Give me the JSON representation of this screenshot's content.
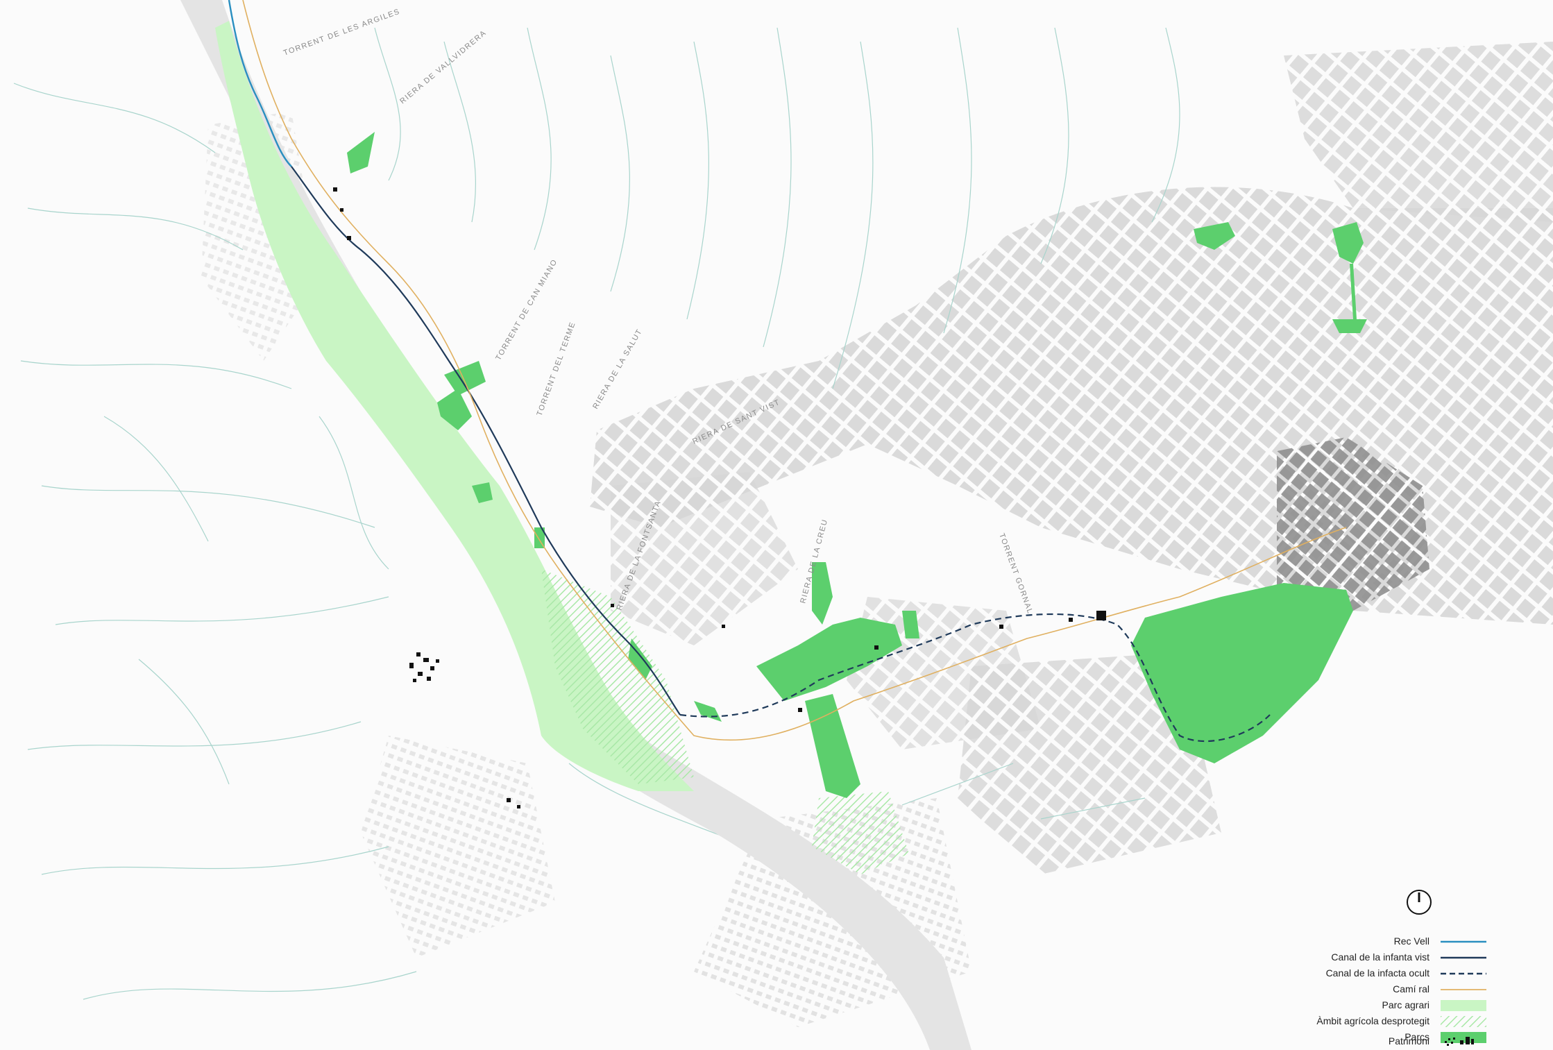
{
  "map": {
    "street_labels": [
      "TORRENT DE LES ARGILES",
      "RIERA DE VALLVIDRERA",
      "TORRENT DE CAN MIANO",
      "TORRENT DEL TERME",
      "RIERA DE LA SALUT",
      "RIERA DE SANT VIST",
      "RIERA DE LA FONTSANTA",
      "RIERA DE LA CREU",
      "TORRENT GORNAL"
    ],
    "colors": {
      "background": "#fbfbfb",
      "streams": "#a8d4cc",
      "rec_vell": "#2a8fc0",
      "canal": "#1f3a5a",
      "cami_ral": "#e0b060",
      "parc_agrari": "#c9f5c4",
      "parcs": "#5ccf6d",
      "buildings": "#cfcfcf",
      "heritage": "#111111"
    }
  },
  "legend": {
    "north_icon": "north-arrow-icon",
    "items": [
      {
        "label": "Rec Vell",
        "swatch": "rec-vell-line"
      },
      {
        "label": "Canal de la infanta vist",
        "swatch": "canal-visible-line"
      },
      {
        "label": "Canal de la infacta ocult",
        "swatch": "canal-hidden-dashed-line"
      },
      {
        "label": "Camí ral",
        "swatch": "cami-ral-line"
      },
      {
        "label": "Parc agrari",
        "swatch": "agricultural-park-fill"
      },
      {
        "label": "Àmbit agrícola desprotegit",
        "swatch": "unprotected-agricultural-hatch"
      },
      {
        "label": "Parcs",
        "swatch": "parks-fill"
      },
      {
        "label": "Patrimoni",
        "swatch": "heritage-icon"
      }
    ]
  }
}
